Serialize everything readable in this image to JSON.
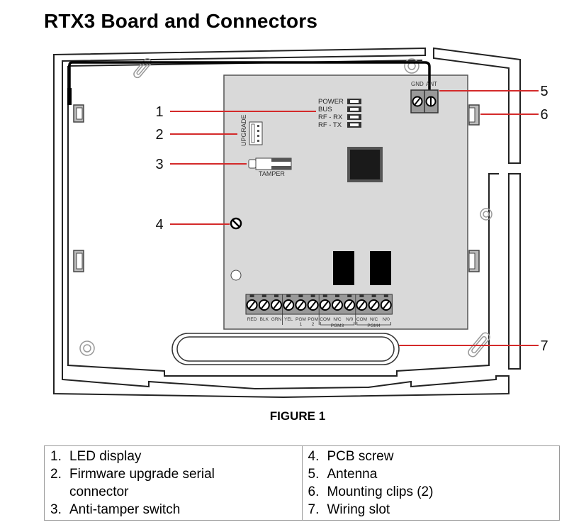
{
  "title": "RTX3 Board and Connectors",
  "figure_caption": "FIGURE 1",
  "callouts": [
    "1",
    "2",
    "3",
    "4",
    "5",
    "6",
    "7"
  ],
  "board": {
    "leds": [
      "POWER",
      "BUS",
      "RF - RX",
      "RF - TX"
    ],
    "antenna_terminals": [
      "GND",
      "ANT"
    ],
    "upgrade_label": "UPGRADE",
    "tamper_label": "TAMPER",
    "terminal_labels": [
      "RED",
      "BLK",
      "GRN",
      "YEL",
      "PGM",
      "PGM",
      "COM",
      "N/C",
      "N/0",
      "COM",
      "N/C",
      "N/0"
    ],
    "terminal_sublabels": [
      "1",
      "2"
    ],
    "group_labels": [
      "PGM3",
      "PGM4"
    ]
  },
  "legend": {
    "left": [
      {
        "num": "1.",
        "text": "LED display"
      },
      {
        "num": "2.",
        "text": "Firmware upgrade serial connector"
      },
      {
        "num": "3.",
        "text": "Anti-tamper switch"
      }
    ],
    "right": [
      {
        "num": "4.",
        "text": "PCB screw"
      },
      {
        "num": "5.",
        "text": "Antenna"
      },
      {
        "num": "6.",
        "text": "Mounting clips (2)"
      },
      {
        "num": "7.",
        "text": "Wiring slot"
      }
    ]
  },
  "colors": {
    "callout_line": "#d42a2a",
    "board": "#d9d9d9",
    "outline": "#222222"
  }
}
